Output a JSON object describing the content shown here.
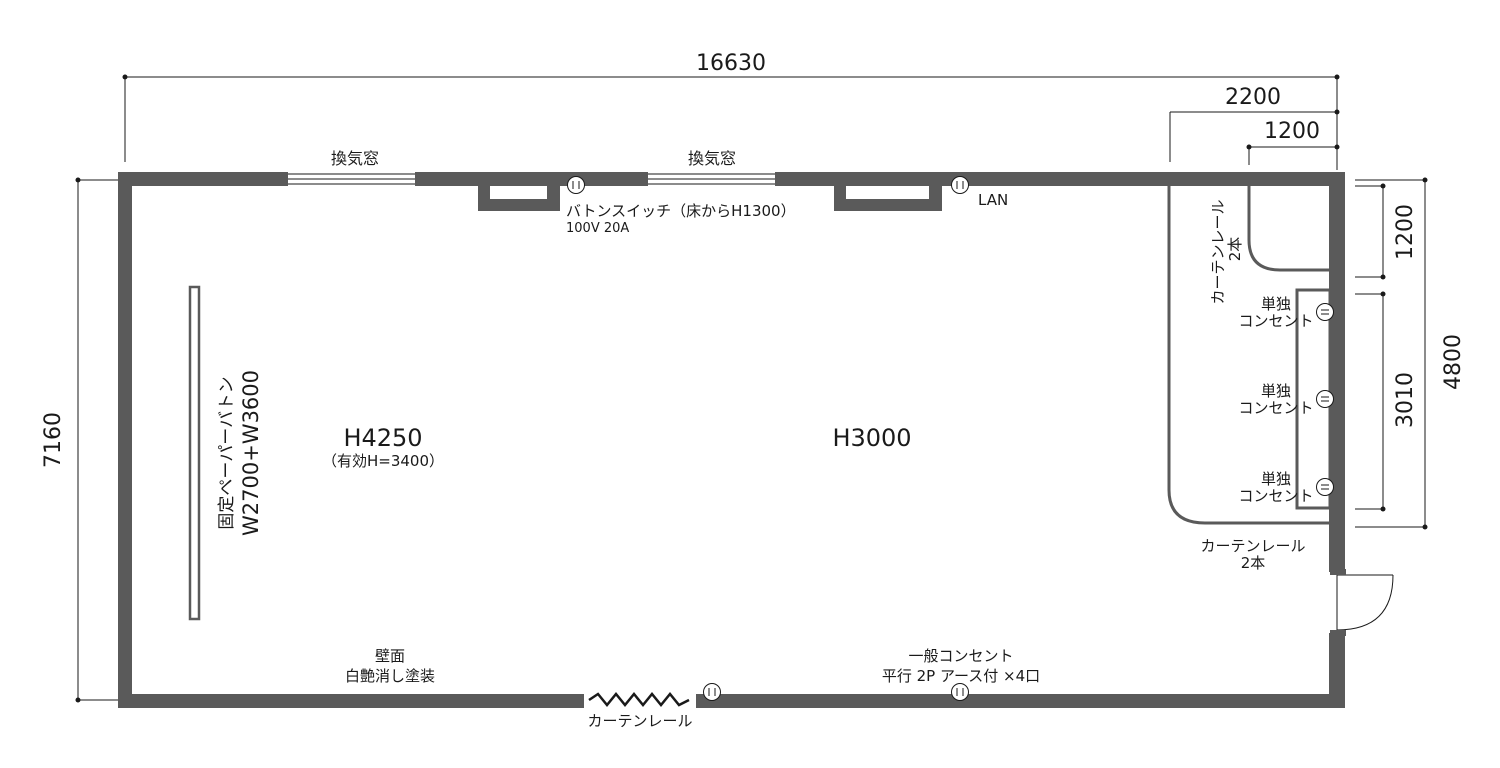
{
  "dimensions": {
    "total_width": "16630",
    "top_right_outer": "2200",
    "top_right_inner": "1200",
    "left_height": "7160",
    "right_total": "4800",
    "right_upper": "1200",
    "right_lower": "3010"
  },
  "labels": {
    "vent_window_left": "換気窓",
    "vent_window_right": "換気窓",
    "baton_switch": "バトンスイッチ（床からH1300）",
    "baton_spec": "100V 20A",
    "lan": "LAN",
    "paper_baton_line1": "固定ペーパーバトン",
    "paper_baton_line2": "W2700+W3600",
    "height_left": "H4250",
    "height_left_note": "（有効H=3400）",
    "height_center": "H3000",
    "curtain_rail_top_line1": "カーテンレール",
    "curtain_rail_top_line2": "2本",
    "outlet_single_1_line1": "単独",
    "outlet_single_1_line2": "コンセント",
    "outlet_single_2_line1": "単独",
    "outlet_single_2_line2": "コンセント",
    "outlet_single_3_line1": "単独",
    "outlet_single_3_line2": "コンセント",
    "curtain_rail_right_line1": "カーテンレール",
    "curtain_rail_right_line2": "2本",
    "wall_finish_line1": "壁面",
    "wall_finish_line2": "白艶消し塗装",
    "general_outlet_line1": "一般コンセント",
    "general_outlet_line2": "平行 2P アース付 ×4口",
    "curtain_rail_bottom": "カーテンレール"
  },
  "colors": {
    "wall": "#5a5a5a",
    "line": "#1a1a1a",
    "background": "#ffffff"
  }
}
